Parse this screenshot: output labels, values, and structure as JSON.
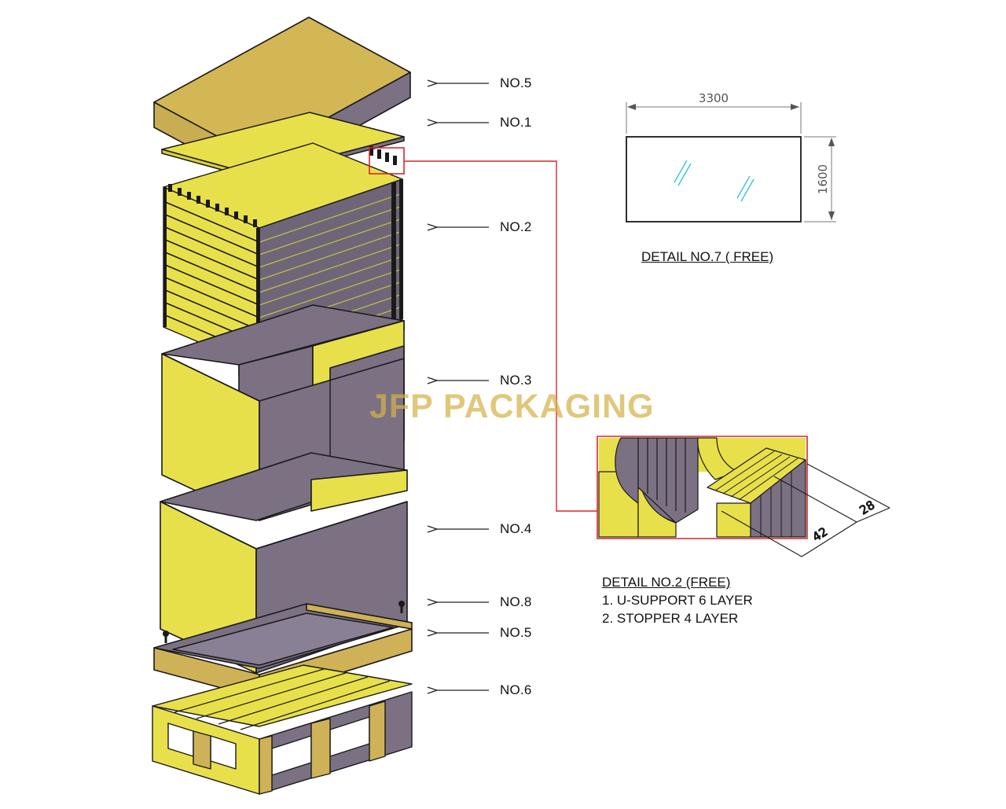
{
  "callouts": [
    {
      "id": "no5-top",
      "label": "NO.5"
    },
    {
      "id": "no1",
      "label": "NO.1"
    },
    {
      "id": "no2",
      "label": "NO.2"
    },
    {
      "id": "no3",
      "label": "NO.3"
    },
    {
      "id": "no4",
      "label": "NO.4"
    },
    {
      "id": "no8",
      "label": "NO.8"
    },
    {
      "id": "no5-bottom",
      "label": "NO.5"
    },
    {
      "id": "no6",
      "label": "NO.6"
    }
  ],
  "detail7": {
    "title": "DETAIL NO.7 ( FREE)",
    "width_label": "3300",
    "height_label": "1600"
  },
  "detail2": {
    "title": "DETAIL NO.2 (FREE)",
    "notes": [
      "1. U-SUPPORT 6 LAYER",
      "2. STOPPER 4 LAYER"
    ],
    "dim_a": "42",
    "dim_b": "28"
  },
  "watermark": "JFP PACKAGING",
  "colors": {
    "yellow": "#e8e04a",
    "tan": "#cfb257",
    "lid_yellow": "#d3b754",
    "gray": "#7b7183",
    "outline": "#1a1a1a",
    "leader": "#d62828",
    "glass": "#39c4d8"
  }
}
